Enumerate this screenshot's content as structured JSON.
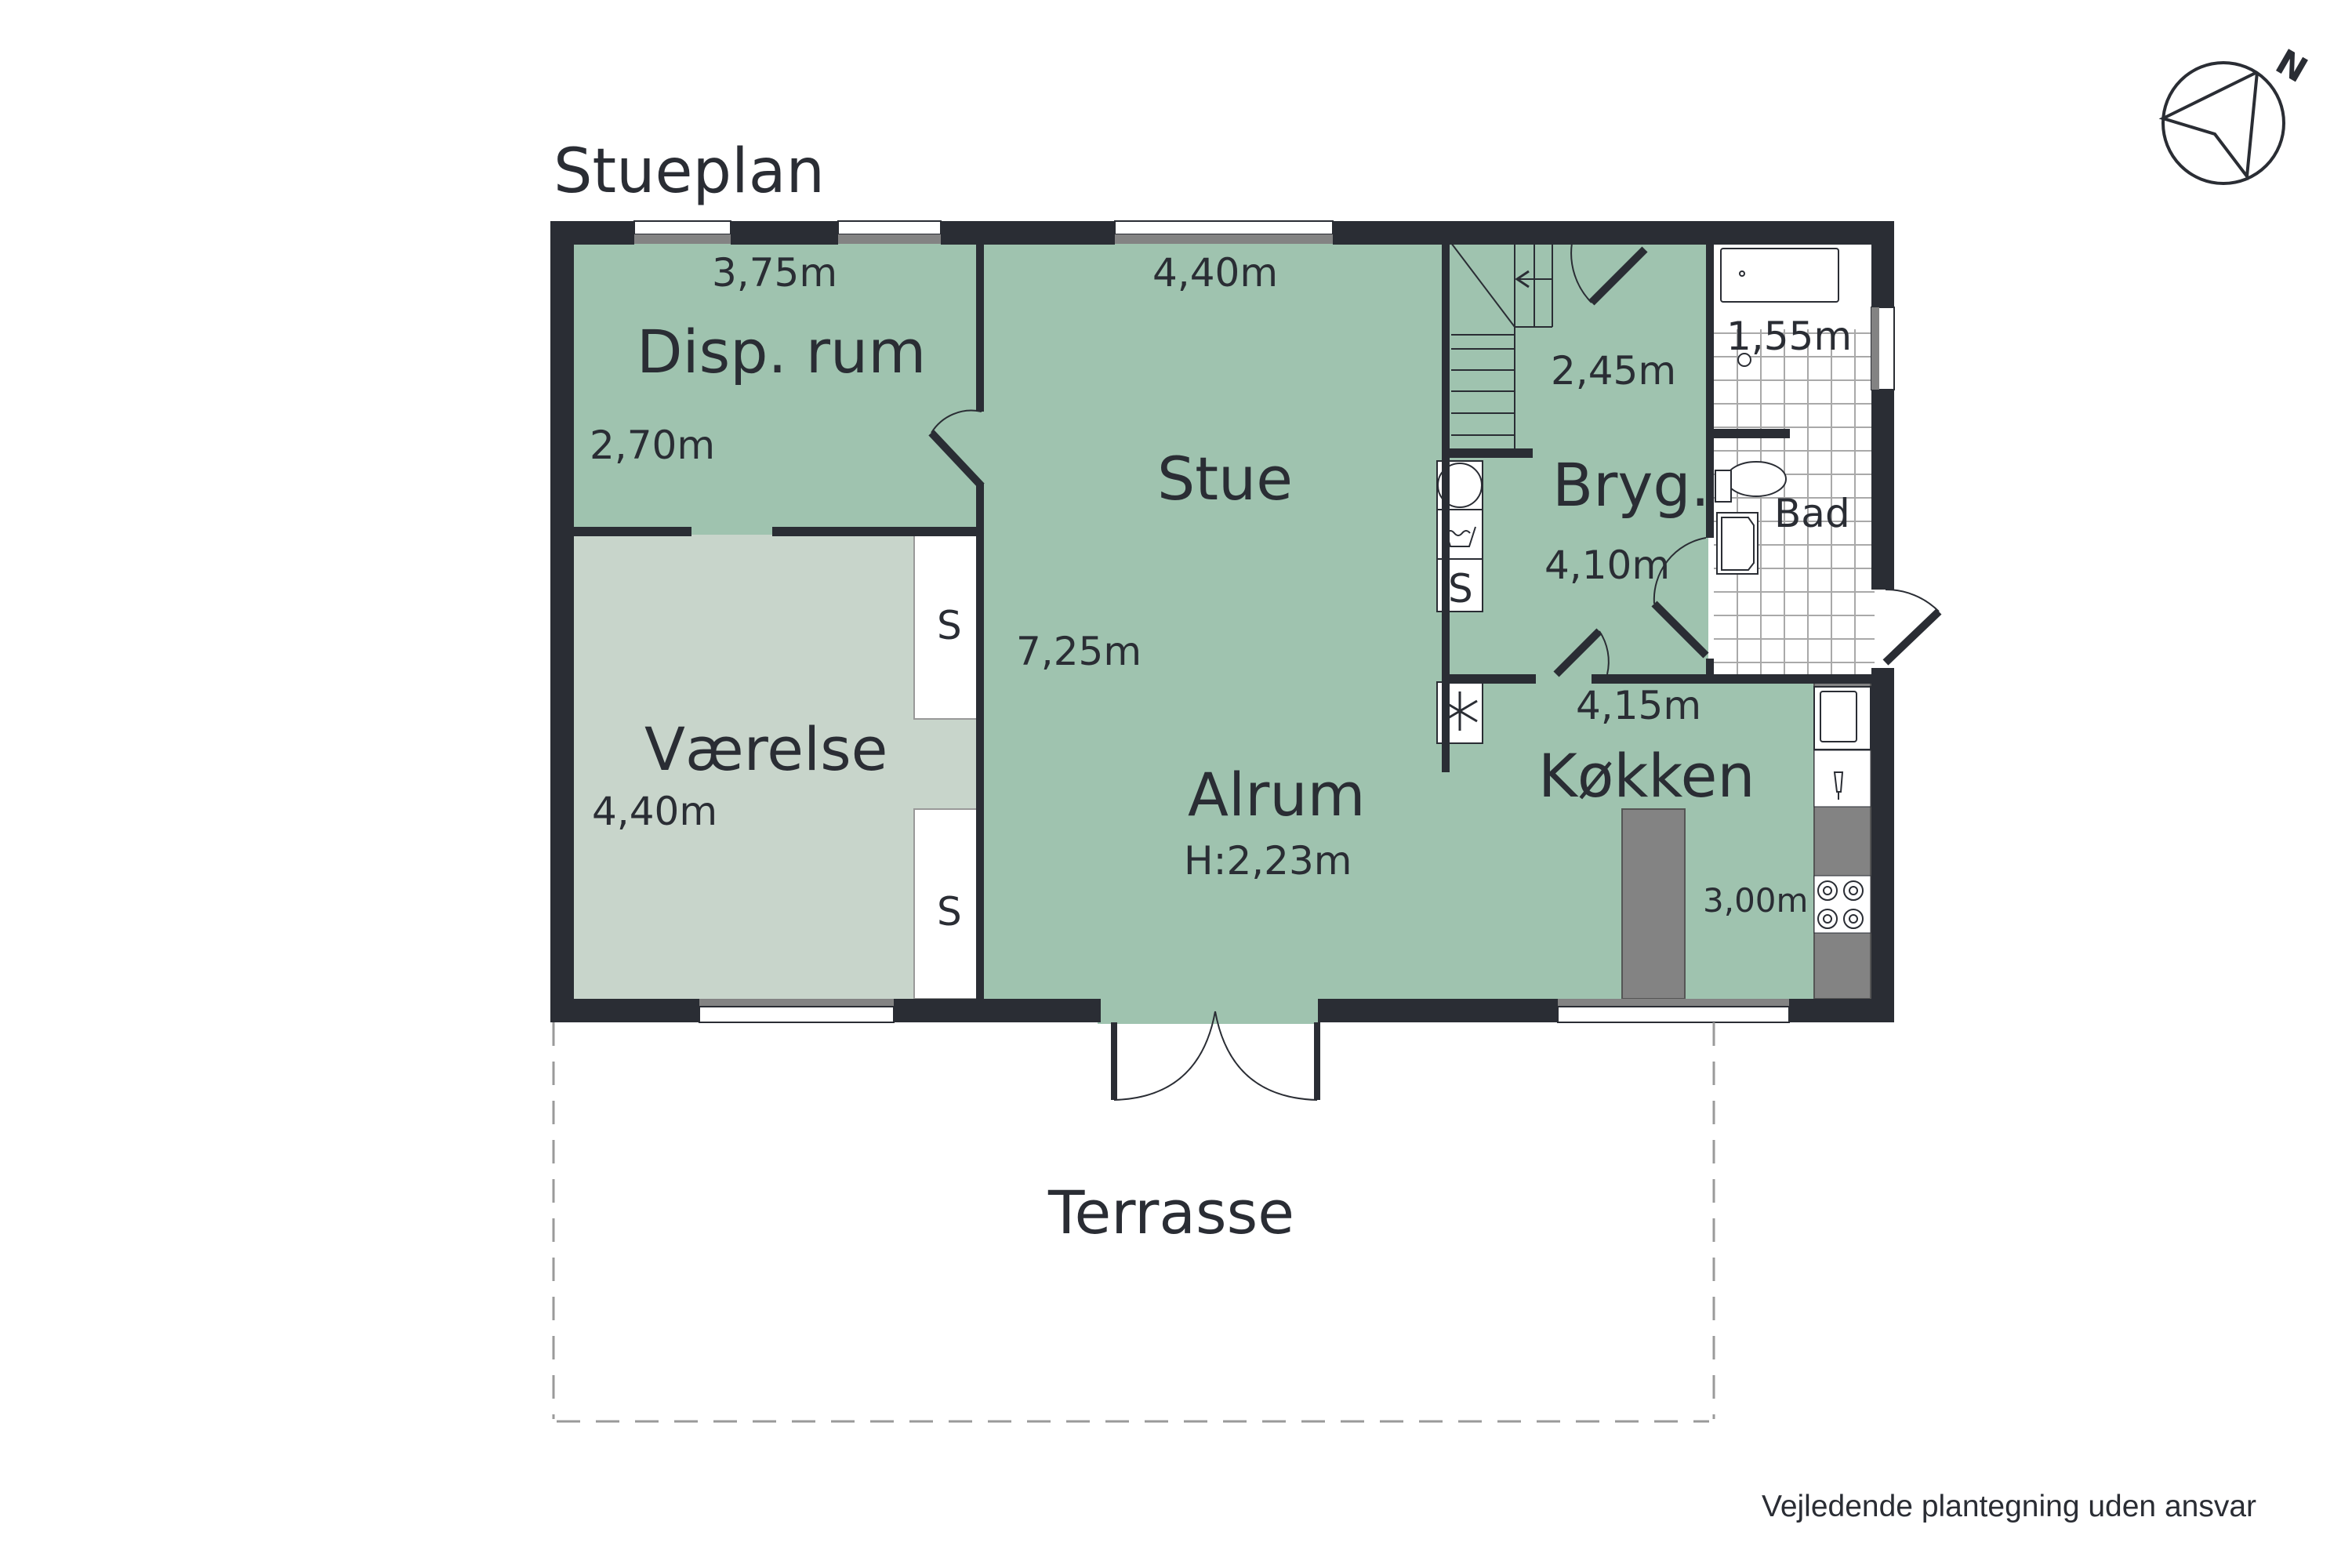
{
  "title": "Stueplan",
  "colors": {
    "wall": "#2a2d34",
    "room_green": "#9fc3af",
    "room_bedroom": "#c8d5cb",
    "counter_gray": "#838383",
    "window_gray": "#838383",
    "tile_line": "#a9a9a9"
  },
  "rooms": [
    {
      "name": "Disp. rum",
      "dims": [
        "3,75m",
        "2,70m"
      ]
    },
    {
      "name": "Stue",
      "dims": [
        "4,40m",
        "7,25m"
      ]
    },
    {
      "name": "Værelse",
      "dims": [
        "4,40m"
      ],
      "closets": [
        "S",
        "S"
      ]
    },
    {
      "name": "Alrum",
      "height": "H:2,23m"
    },
    {
      "name": "Bryg.",
      "dims": [
        "2,45m",
        "4,10m"
      ],
      "closet": "S"
    },
    {
      "name": "Bad",
      "dims": [
        "1,55m"
      ]
    },
    {
      "name": "Køkken",
      "dims": [
        "4,15m",
        "3,00m"
      ]
    },
    {
      "name": "Terrasse"
    }
  ],
  "icons": [
    "compass-north-icon",
    "stairs-arrow-icon",
    "freezer-snowflake-icon",
    "washer-icon",
    "dryer-icon",
    "bathtub-icon",
    "shower-icon",
    "toilet-icon",
    "sink-icon",
    "kitchen-sink-icon",
    "dishwasher-icon",
    "stove-icon"
  ],
  "compass": {
    "label": "N"
  },
  "disclaimer": "Vejledende plantegning uden ansvar"
}
